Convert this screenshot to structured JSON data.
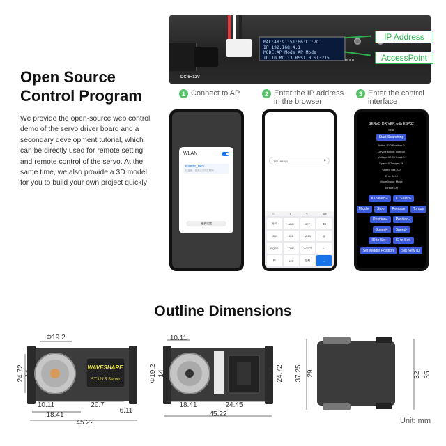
{
  "hero": {
    "title_line1": "Open Source",
    "title_line2": "Control Program",
    "description": "We provide the open-source web control demo of the servo driver board and a secondary development tutorial, which can be directly used for remote setting and remote control of the servo. At the same time, we also provide a 3D model for you to build your own project quickly"
  },
  "board": {
    "oled_lines": [
      "MAC:48:91:51:66:CC:7C",
      "IP:192.168.4.1",
      "MODE:AP Mode AP Mode",
      "ID:10 MOT:3 RSSI:0 ST3215"
    ],
    "power_label": "DC 6~12V",
    "boot_label": "BOOT"
  },
  "callouts": {
    "ip": "IP Address",
    "ap": "AccessPoint"
  },
  "steps": [
    {
      "num": "1",
      "text": "Connect to AP"
    },
    {
      "num": "2",
      "text": "Enter the IP address in the browser"
    },
    {
      "num": "3",
      "text": "Enter the control interface"
    }
  ],
  "phone1": {
    "wlan_title": "WLAN",
    "ssid": "ESP32_DEV",
    "ssid_sub": "已连接，但无法访问互联网",
    "more_btn": "更多设置"
  },
  "phone2": {
    "url": "192.168.4.1",
    "keys": [
      "分词",
      "ABC",
      "DEF",
      "⌫",
      "GHI",
      "JKL",
      "MNO",
      "@",
      "PQRS",
      "TUV",
      "WXYZ",
      "，",
      "符",
      "123",
      "空格",
      "→"
    ]
  },
  "phone3": {
    "title": "SERVO DRIVER with ESP32",
    "id_label": "ID:2",
    "start_btn": "Start Searching",
    "info": [
      "Active ID:2 Position:0",
      "Device Mode: Normal",
      "Voltage:12.6V Load:0",
      "Speed:0 Temper:26",
      "Speed Set:100",
      "ID to Set:2",
      "Mode:Motor Mode",
      "Torque:On"
    ],
    "row1": [
      "ID Select+",
      "ID Select-"
    ],
    "row2": [
      "Middle",
      "Stop",
      "Release",
      "Torque"
    ],
    "row3": [
      "Position+",
      "Position-"
    ],
    "row4": [
      "Speed+",
      "Speed-"
    ],
    "row5": [
      "ID to Set+",
      "ID to Set-"
    ],
    "row6": [
      "Set Middle Position",
      "Set New ID"
    ]
  },
  "dimensions": {
    "title": "Outline Dimensions",
    "unit": "Unit: mm",
    "front": {
      "phi": "Φ19.2",
      "h1": "24.72",
      "h2": "14",
      "w1": "10.11",
      "w2": "20.7",
      "w3": "18.41",
      "w4": "6.11",
      "total": "45.22",
      "brand": "WAVESHARE",
      "model": "ST3215 Servo"
    },
    "back": {
      "top": "10.11",
      "phi": "Φ19.2",
      "h": "14",
      "r1": "20.5",
      "r2": "24.72",
      "w1": "18.41",
      "w2": "24.45",
      "total": "45.22"
    },
    "side": {
      "h1": "37.25",
      "h2": "29",
      "h3": "32",
      "h4": "35"
    }
  }
}
